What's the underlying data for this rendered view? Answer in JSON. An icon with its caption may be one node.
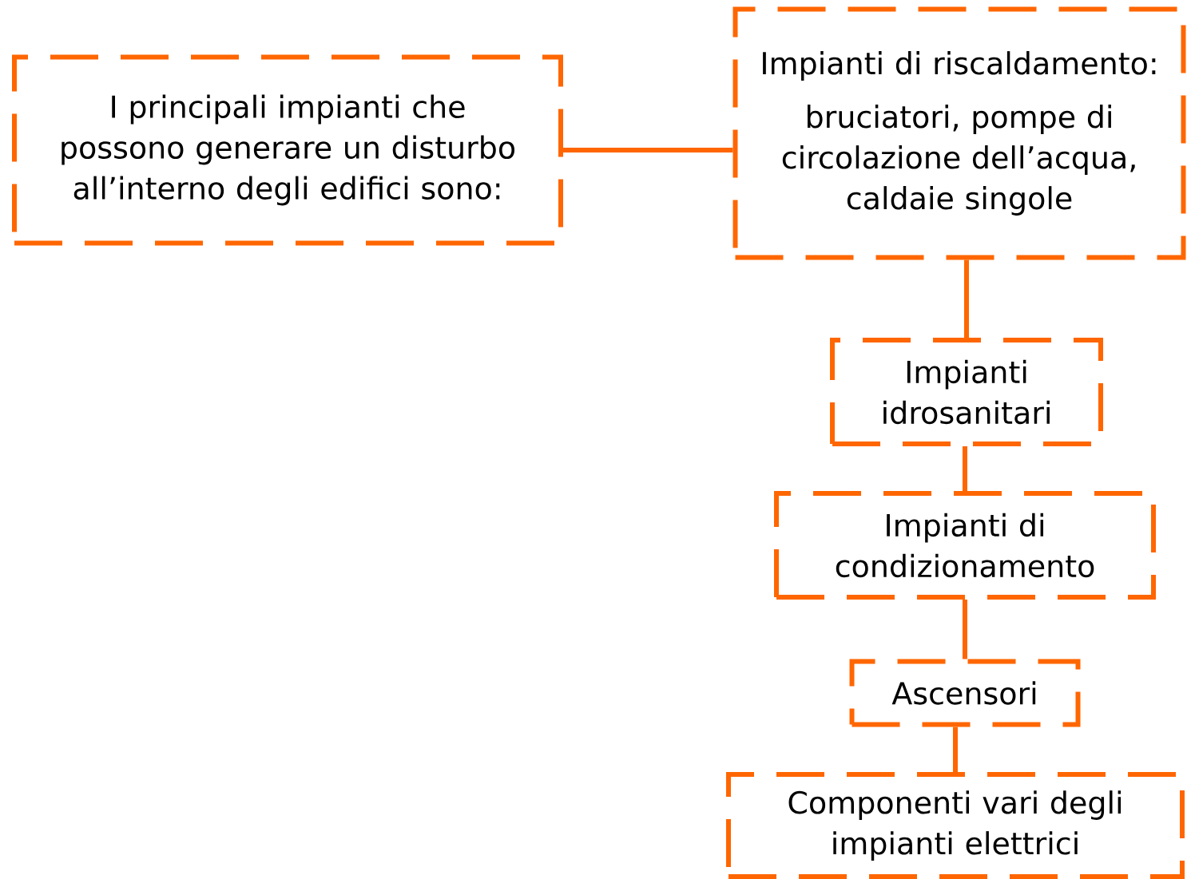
{
  "diagram": {
    "nodes": [
      {
        "text": [
          "I principali impianti che possono generare un disturbo all’interno degli edifici sono:"
        ]
      },
      {
        "text": [
          "Impianti di riscaldamento:",
          "bruciatori, pompe di circolazione dell’acqua, caldaie singole"
        ]
      },
      {
        "text": [
          "Impianti idrosanitari"
        ]
      },
      {
        "text": [
          "Impianti di condizionamento"
        ]
      },
      {
        "text": [
          "Ascensori"
        ]
      },
      {
        "text": [
          "Componenti vari degli impianti elettrici"
        ]
      }
    ],
    "edges": [
      {
        "from": 0,
        "to": 1,
        "arrow": "none"
      },
      {
        "from": 1,
        "to": 2,
        "arrow": "none"
      },
      {
        "from": 2,
        "to": 3,
        "arrow": "none"
      },
      {
        "from": 3,
        "to": 4,
        "arrow": "none"
      },
      {
        "from": 4,
        "to": 5,
        "arrow": "none"
      }
    ]
  }
}
